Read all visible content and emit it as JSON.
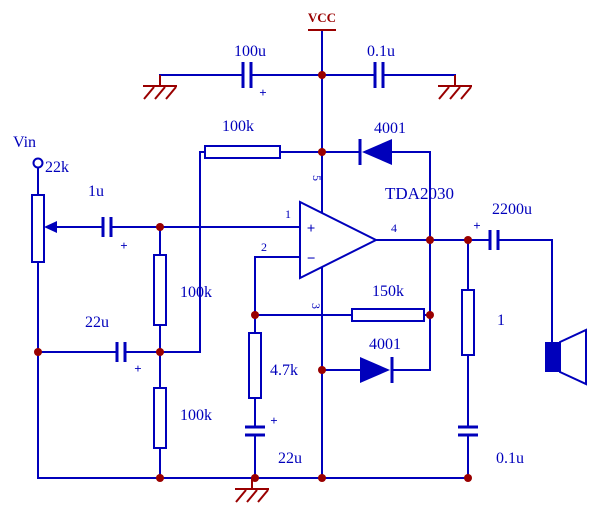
{
  "colors": {
    "wire": "#0000BB",
    "component": "#0000BB",
    "label_text": "#0000BB",
    "junction_dot": "#990000",
    "ground_symbol": "#990000",
    "power_label": "#990000",
    "background": "#FFFFFF"
  },
  "power": {
    "vcc": "VCC"
  },
  "input": {
    "label": "Vin"
  },
  "opamp": {
    "part": "TDA2030",
    "noninverting": "+",
    "inverting": "−",
    "pin1": "1",
    "pin2": "2",
    "pin3": "3",
    "pin4": "4",
    "pin5": "5"
  },
  "labels": {
    "c100u": "100u",
    "c01u_top": "0.1u",
    "r100k_top": "100k",
    "d4001_top": "4001",
    "r22k_pot": "22k",
    "c1u": "1u",
    "r100k_mid": "100k",
    "c22u_left": "22u",
    "r100k_bot": "100k",
    "r150k": "150k",
    "d4001_bot": "4001",
    "r47k": "4.7k",
    "c22u_bot": "22u",
    "c2200u": "2200u",
    "r1": "1",
    "c01u_bot": "0.1u"
  },
  "polarity_plus": "+"
}
